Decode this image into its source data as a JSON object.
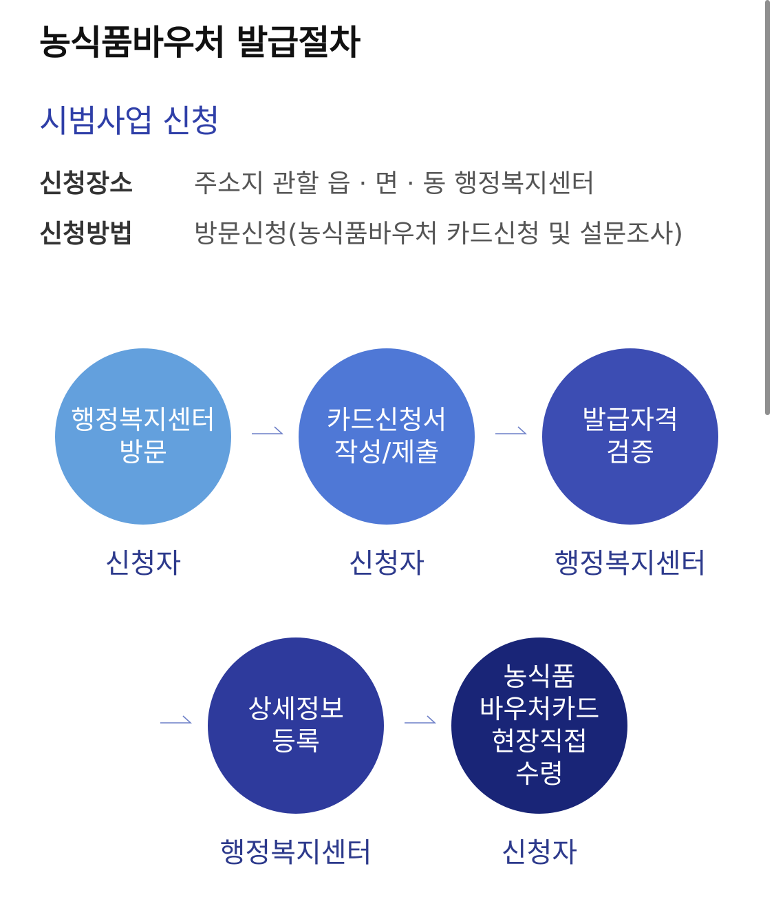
{
  "page": {
    "title": "농식품바우처 발급절차",
    "section_title": "시범사업 신청"
  },
  "info": [
    {
      "label": "신청장소",
      "value": "주소지 관할 읍 · 면 · 동 행정복지센터"
    },
    {
      "label": "신청방법",
      "value": "방문신청(농식품바우처 카드신청 및 설문조사)"
    }
  ],
  "steps": [
    {
      "lines": [
        "행정복지센터",
        "방문"
      ],
      "actor": "신청자",
      "color": "#63a0dd"
    },
    {
      "lines": [
        "카드신청서",
        "작성/제출"
      ],
      "actor": "신청자",
      "color": "#4f78d6"
    },
    {
      "lines": [
        "발급자격",
        "검증"
      ],
      "actor": "행정복지센터",
      "color": "#3c4db3"
    },
    {
      "lines": [
        "상세정보",
        "등록"
      ],
      "actor": "행정복지센터",
      "color": "#2e3a9c"
    },
    {
      "lines": [
        "농식품",
        "바우처카드",
        "현장직접",
        "수령"
      ],
      "actor": "신청자",
      "color": "#192577"
    }
  ],
  "icons": {
    "arrow": "arrow-right-icon"
  }
}
